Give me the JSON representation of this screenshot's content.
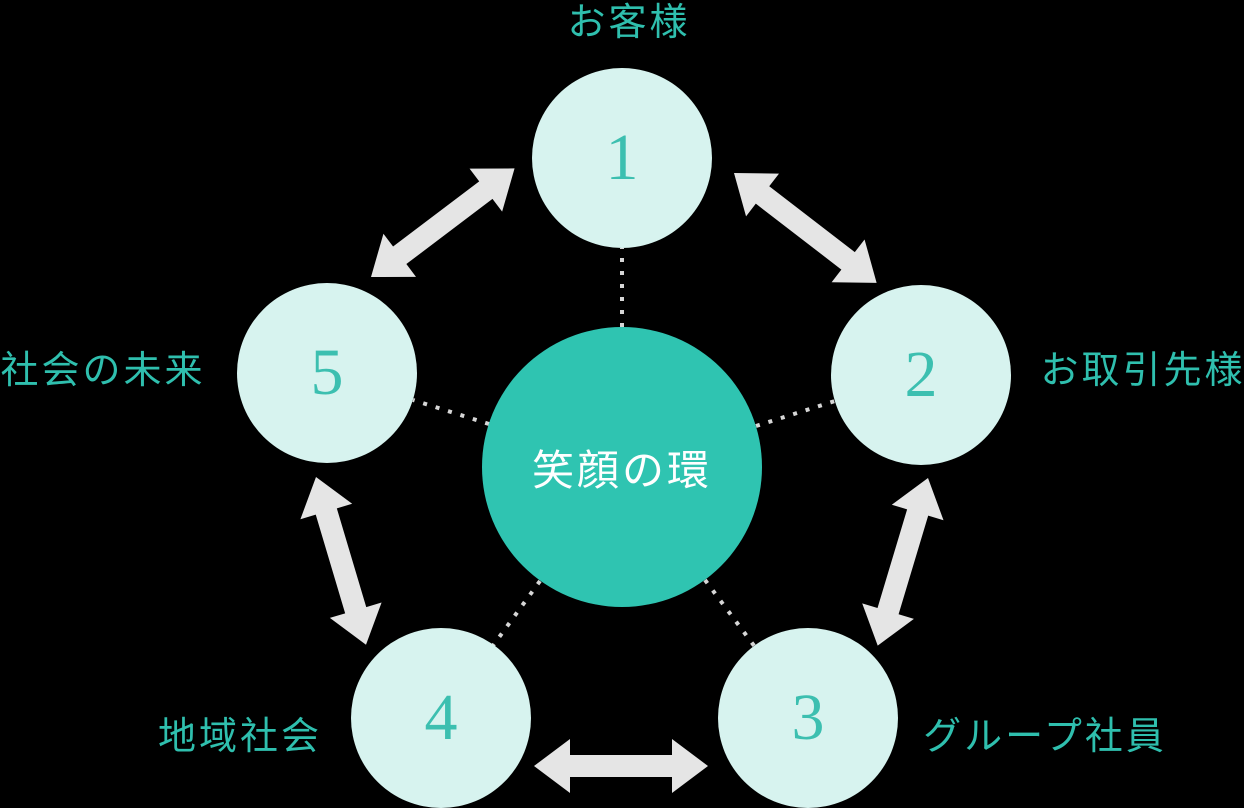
{
  "diagram": {
    "center": {
      "label": "笑顔の環"
    },
    "nodes": [
      {
        "number": "1",
        "label": "お客様"
      },
      {
        "number": "2",
        "label": "お取引先様"
      },
      {
        "number": "3",
        "label": "グループ社員"
      },
      {
        "number": "4",
        "label": "地域社会"
      },
      {
        "number": "5",
        "label": "社会の未来"
      }
    ],
    "connections": [
      {
        "from": "5",
        "to": "1",
        "type": "double-arrow"
      },
      {
        "from": "1",
        "to": "2",
        "type": "double-arrow"
      },
      {
        "from": "2",
        "to": "3",
        "type": "double-arrow"
      },
      {
        "from": "3",
        "to": "4",
        "type": "double-arrow"
      },
      {
        "from": "4",
        "to": "5",
        "type": "double-arrow"
      },
      {
        "from": "center",
        "to": "1",
        "type": "dotted"
      },
      {
        "from": "center",
        "to": "2",
        "type": "dotted"
      },
      {
        "from": "center",
        "to": "3",
        "type": "dotted"
      },
      {
        "from": "center",
        "to": "4",
        "type": "dotted"
      },
      {
        "from": "center",
        "to": "5",
        "type": "dotted"
      }
    ],
    "colors": {
      "background": "#000000",
      "center_circle": "#2fc4b1",
      "node_circle": "#d7f3ef",
      "number_text": "#3cbfb0",
      "label_text": "#2fbfae",
      "center_text": "#ffffff",
      "arrow": "#e5e5e5",
      "dotted_line": "#d6d6d6"
    }
  }
}
